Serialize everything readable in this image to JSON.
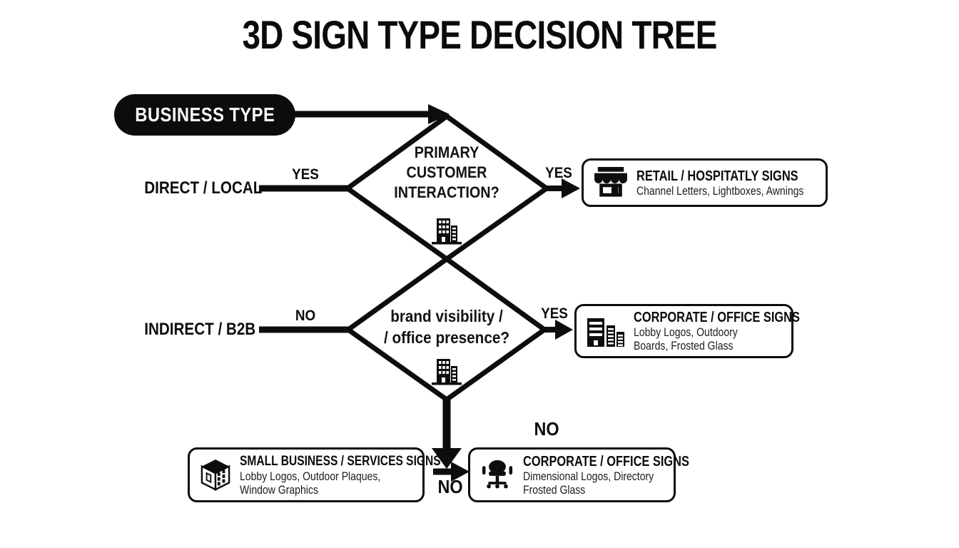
{
  "title": "3D SIGN TYPE DECISION TREE",
  "start": {
    "label": "BUSINESS TYPE"
  },
  "branches": {
    "direct": {
      "label": "DIRECT / LOCAL",
      "answer": "YES"
    },
    "indirect": {
      "label": "INDIRECT / B2B",
      "answer": "NO"
    }
  },
  "decisions": [
    {
      "lines": [
        "PRIMARY",
        "CUSTOMER",
        "INTERACTION?"
      ],
      "icon": "office-building-icon",
      "yes_label": "YES"
    },
    {
      "lines": [
        "brand visibility /",
        "/ office presence?"
      ],
      "icon": "office-building-icon",
      "yes_label": "YES",
      "no_label_above_box": "NO",
      "no_label_below_arrow": "NO"
    }
  ],
  "outcomes": [
    {
      "title": "RETAIL / HOSPITATLY SIGNS",
      "subtitle": "Channel Letters, Lightboxes, Awnings",
      "icon": "storefront-icon"
    },
    {
      "title": "CORPORATE / OFFICE SIGNS",
      "subtitle_line1": "Lobby Logos, Outdoory",
      "subtitle_line2": "Boards, Frosted Glass",
      "icon": "office-buildings-icon"
    },
    {
      "title": "SMALL BUSINESS / SERVICES SIGNS",
      "subtitle_line1": "Lobby Logos, Outdoor Plaques,",
      "subtitle_line2": "Window Graphics",
      "icon": "cube-building-icon"
    },
    {
      "title": "CORPORATE / OFFICE SIGNS",
      "subtitle_line1": "Dimensional Logos, Directory",
      "subtitle_line2": "Frosted Glass",
      "icon": "office-chair-icon"
    }
  ],
  "colors": {
    "ink": "#0d0d0d",
    "background": "#ffffff"
  }
}
